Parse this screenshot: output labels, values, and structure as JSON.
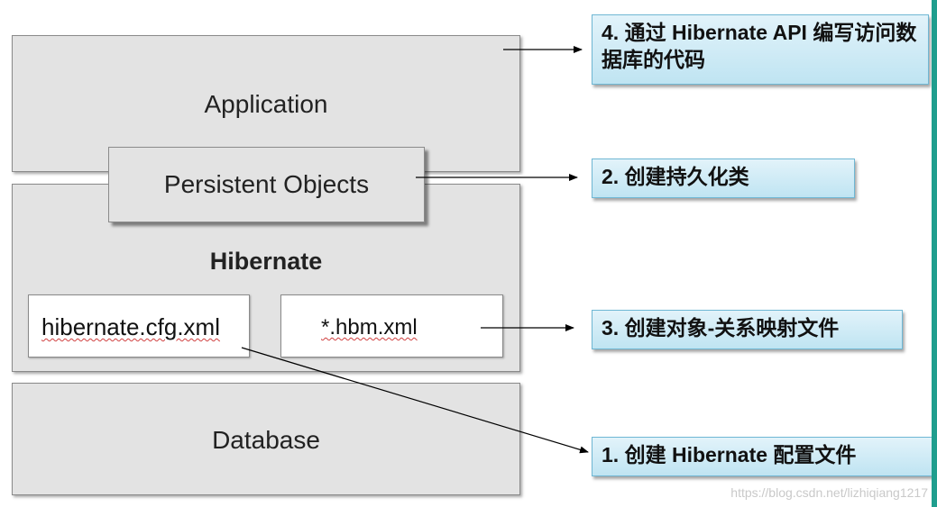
{
  "layers": {
    "application": "Application",
    "persistent_objects": "Persistent Objects",
    "hibernate": "Hibernate",
    "cfg_file": "hibernate.cfg.xml",
    "hbm_file": "*.hbm.xml",
    "database": "Database"
  },
  "callouts": {
    "step4": "4. 通过 Hibernate API 编写访问数据库的代码",
    "step2": "2. 创建持久化类",
    "step3": "3. 创建对象-关系映射文件",
    "step1": "1. 创建 Hibernate 配置文件"
  },
  "watermark": "https://blog.csdn.net/lizhiqiang1217",
  "colors": {
    "layer_fill": "#e3e3e3",
    "callout_fill": "#cde9f5",
    "callout_border": "#6fb7d4",
    "edge_accent": "#1f9e8e"
  }
}
